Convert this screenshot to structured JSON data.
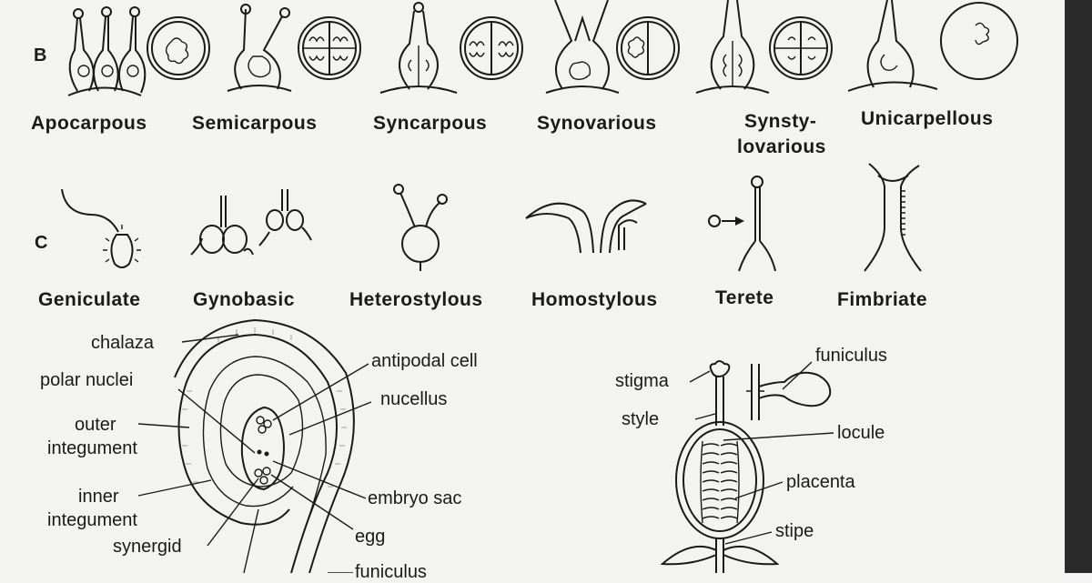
{
  "rows": {
    "b": "B",
    "c": "C"
  },
  "row_b_types": [
    "Apocarpous",
    "Semicarpous",
    "Syncarpous",
    "Synovarious",
    "Synsty-",
    "lovarious",
    "Unicarpellous"
  ],
  "row_c_types": [
    "Geniculate",
    "Gynobasic",
    "Heterostylous",
    "Homostylous",
    "Terete",
    "Fimbriate"
  ],
  "ovule_labels": [
    "chalaza",
    "polar nuclei",
    "outer",
    "integument",
    "inner",
    "integument",
    "synergid",
    "antipodal cell",
    "nucellus",
    "embryo sac",
    "egg",
    "funiculus"
  ],
  "pistil_labels": [
    "stigma",
    "style",
    "funiculus",
    "locule",
    "placenta",
    "stipe"
  ]
}
